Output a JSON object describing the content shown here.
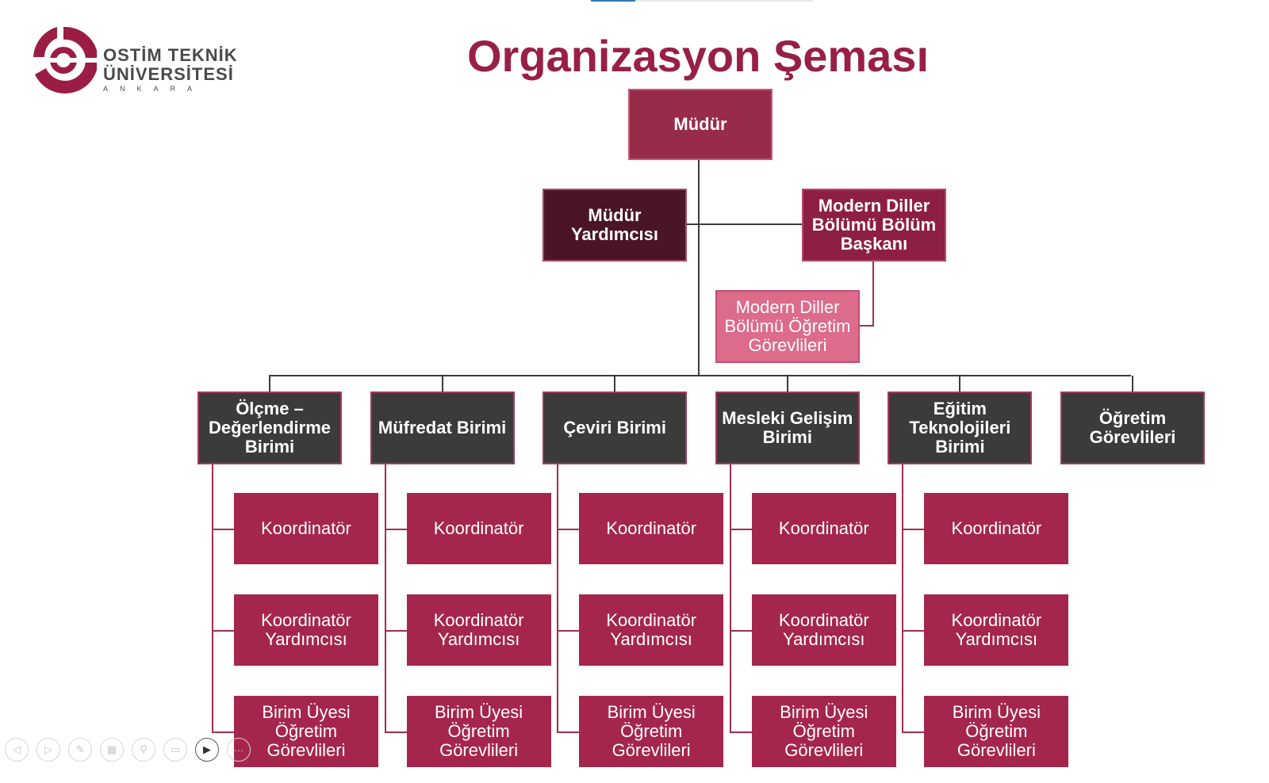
{
  "logo": {
    "line1": "OSTİM TEKNİK",
    "line2": "ÜNİVERSİTESİ",
    "line3": "ANKARA"
  },
  "title": "Organizasyon Şeması",
  "top": {
    "mudur": "Müdür",
    "mudur_yardimcisi": "Müdür Yardımcısı",
    "bolum_baskani": "Modern Diller Bölümü Bölüm Başkanı",
    "bolum_ogretim": "Modern Diller Bölümü Öğretim Görevlileri"
  },
  "units": [
    {
      "name": "Ölçme – Değerlendirme Birimi",
      "subs": [
        "Koordinatör",
        "Koordinatör Yardımcısı",
        "Birim Üyesi Öğretim Görevlileri"
      ]
    },
    {
      "name": "Müfredat Birimi",
      "subs": [
        "Koordinatör",
        "Koordinatör Yardımcısı",
        "Birim Üyesi Öğretim Görevlileri"
      ]
    },
    {
      "name": "Çeviri Birimi",
      "subs": [
        "Koordinatör",
        "Koordinatör Yardımcısı",
        "Birim Üyesi Öğretim Görevlileri"
      ]
    },
    {
      "name": "Mesleki Gelişim Birimi",
      "subs": [
        "Koordinatör",
        "Koordinatör Yardımcısı",
        "Birim Üyesi Öğretim Görevlileri"
      ]
    },
    {
      "name": "Eğitim Teknolojileri Birimi",
      "subs": [
        "Koordinatör",
        "Koordinatör Yardımcısı",
        "Birim Üyesi Öğretim Görevlileri"
      ]
    },
    {
      "name": "Öğretim Görevlileri",
      "subs": []
    }
  ],
  "toolbar": [
    {
      "icon": "previous-icon",
      "glyph": "◁"
    },
    {
      "icon": "next-icon",
      "glyph": "▷"
    },
    {
      "icon": "pen-icon",
      "glyph": "✎"
    },
    {
      "icon": "slides-icon",
      "glyph": "▦"
    },
    {
      "icon": "zoom-icon",
      "glyph": "⚲"
    },
    {
      "icon": "subtitles-icon",
      "glyph": "▭"
    },
    {
      "icon": "camera-icon",
      "glyph": "▶"
    },
    {
      "icon": "more-icon",
      "glyph": "···"
    }
  ],
  "colors": {
    "brand": "#981f45",
    "unit_box": "#3b3b3b",
    "sub_box": "#a5264c",
    "lecturer_box": "#dc6b8c"
  }
}
